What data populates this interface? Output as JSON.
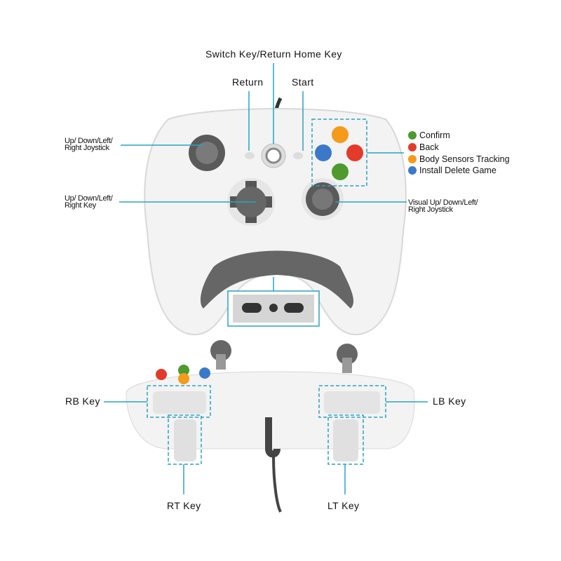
{
  "top_labels": {
    "home": "Switch Key/Return Home Key",
    "return": "Return",
    "start": "Start",
    "left_joystick": [
      "Up/ Down/Left/",
      "Right Joystick"
    ],
    "dpad": [
      "Up/ Down/Left/",
      "Right Key"
    ],
    "right_joystick": [
      "Visual Up/ Down/Left/",
      "Right Joystick"
    ]
  },
  "legend": [
    {
      "label": "Confirm",
      "color": "#4e9a2e"
    },
    {
      "label": "Back",
      "color": "#e33a2a"
    },
    {
      "label": "Body Sensors Tracking",
      "color": "#f59a1b"
    },
    {
      "label": "Install Delete Game",
      "color": "#3a79c9"
    }
  ],
  "bottom_labels": {
    "rb": "RB Key",
    "lb": "LB Key",
    "rt": "RT Key",
    "lt": "LT Key"
  },
  "accent": "#2aa3c2"
}
